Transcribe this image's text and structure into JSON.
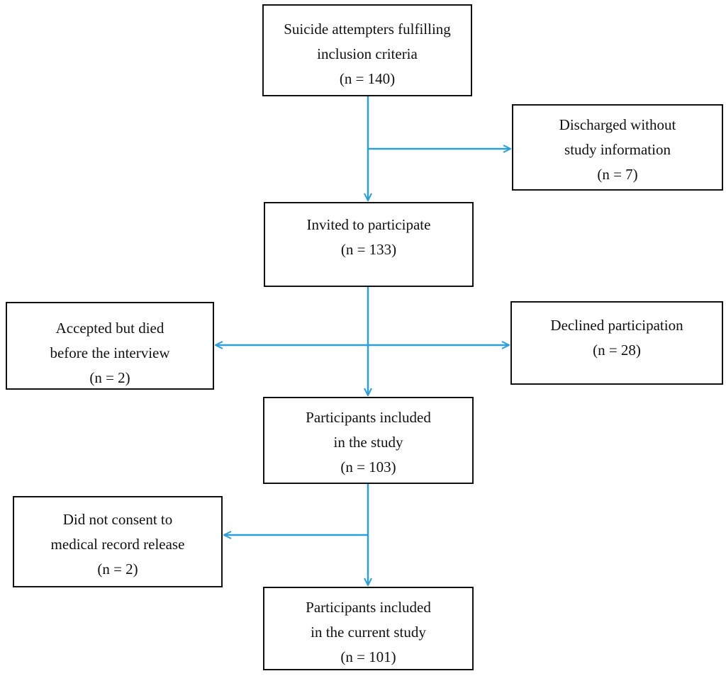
{
  "colors": {
    "arrow": "#2a9fd8",
    "box_border": "#111111",
    "background": "#ffffff"
  },
  "boxes": {
    "attempters": {
      "line1": "Suicide attempters fulfilling",
      "line2": "inclusion criteria",
      "count": "(n = 140)"
    },
    "discharged": {
      "line1": "Discharged without",
      "line2": "study information",
      "count": "(n = 7)"
    },
    "invited": {
      "line1": "Invited to participate",
      "count": "(n = 133)"
    },
    "died": {
      "line1": "Accepted but died",
      "line2": "before the interview",
      "count": "(n = 2)"
    },
    "declined": {
      "line1": "Declined participation",
      "count": "(n = 28)"
    },
    "included": {
      "line1": "Participants included",
      "line2": "in the study",
      "count": "(n = 103)"
    },
    "no_consent": {
      "line1": "Did not consent to",
      "line2": "medical record release",
      "count": "(n = 2)"
    },
    "current": {
      "line1": "Participants included",
      "line2": "in the current study",
      "count": "(n = 101)"
    }
  }
}
